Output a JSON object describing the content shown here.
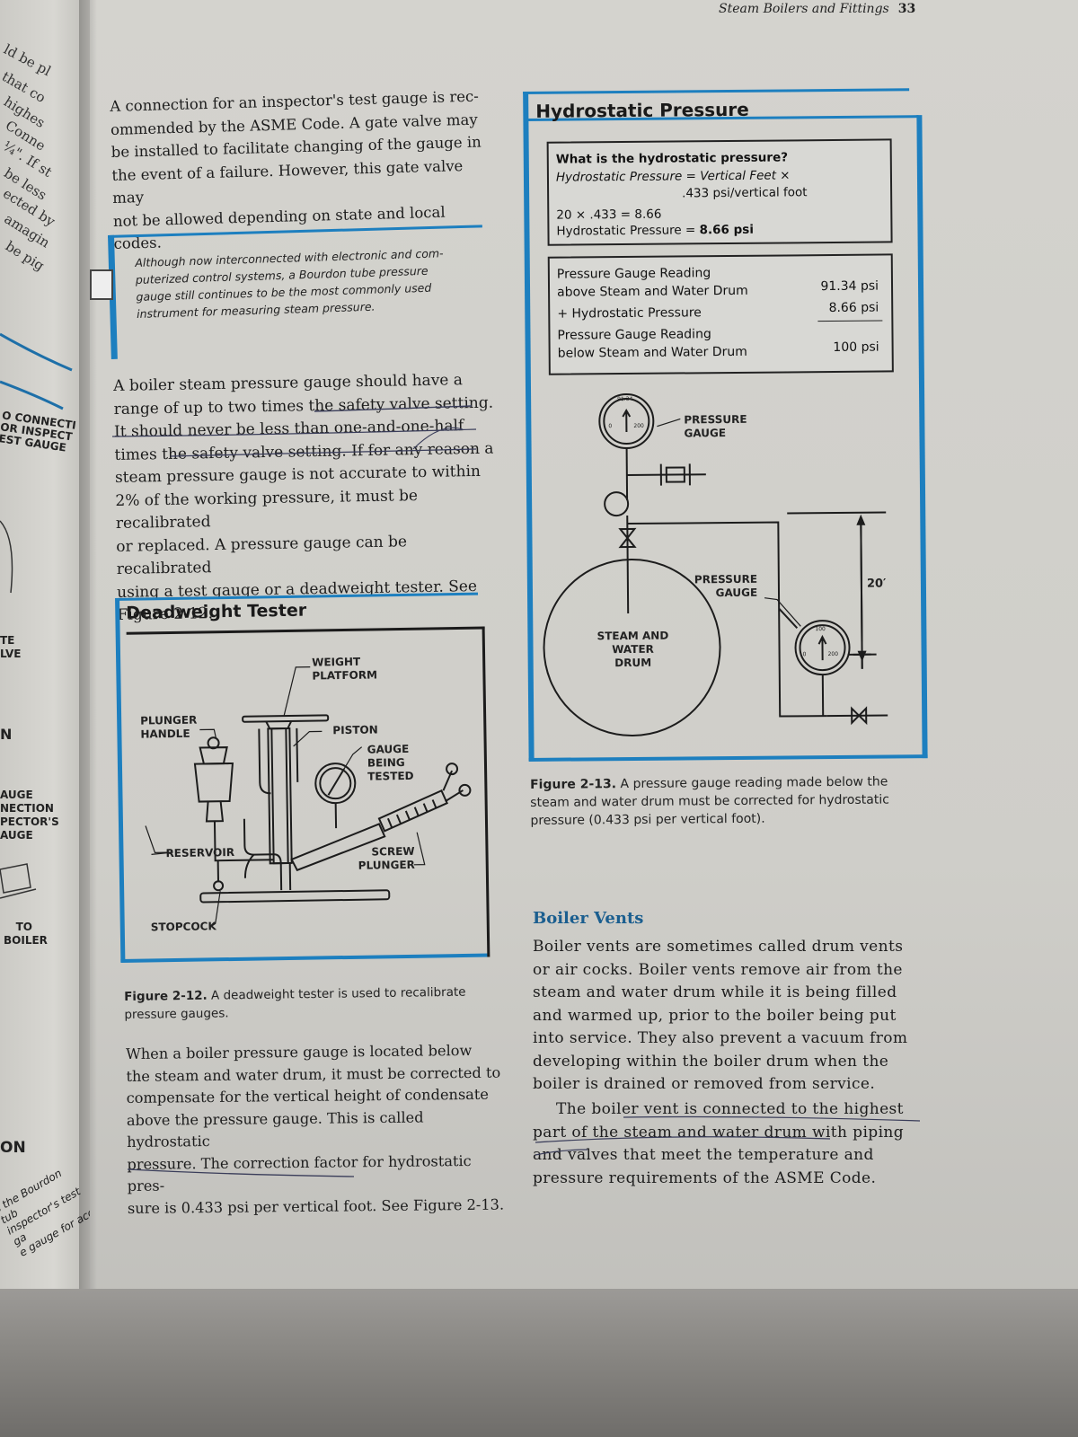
{
  "header": {
    "running_title": "Steam Boilers and Fittings",
    "page_number": "33"
  },
  "left_column": {
    "para_1": "A connection for an inspector's test gauge is rec-\nommended by the ASME Code. A gate valve may\nbe installed to facilitate changing of the gauge in\nthe event of a failure. However, this gate valve may\nnot be allowed depending on state and local codes.",
    "note": "Although now interconnected with electronic and com-\nputerized control systems, a Bourdon tube pressure\ngauge still continues to be the most commonly used\ninstrument for measuring steam pressure.",
    "para_2": "A boiler steam pressure gauge should have a\nrange of up to two times the safety valve setting.\nIt should never be less than one-and-one-half\ntimes the safety valve setting. If for any reason a\nsteam pressure gauge is not accurate to within\n2% of the working pressure, it must be recalibrated\nor replaced. A pressure gauge can be recalibrated\nusing a test gauge or a deadweight tester. See\nFigure 2-12.",
    "para_3": "When a boiler pressure gauge is located below\nthe steam and water drum, it must be corrected to\ncompensate for the vertical height of condensate\nabove the pressure gauge. This is called hydrostatic\npressure. The correction factor for hydrostatic pres-\nsure is 0.433 psi per vertical foot. See Figure 2-13."
  },
  "figure_2_12": {
    "title": "Deadweight Tester",
    "labels": {
      "weight_platform": "WEIGHT\nPLATFORM",
      "plunger_handle": "PLUNGER\nHANDLE",
      "piston": "PISTON",
      "gauge_being_tested": "GAUGE\nBEING\nTESTED",
      "reservoir": "RESERVOIR",
      "screw_plunger": "SCREW\nPLUNGER",
      "stopcock": "STOPCOCK"
    },
    "caption_label": "Figure 2-12.",
    "caption_text": " A deadweight tester is used to recalibrate\npressure gauges."
  },
  "figure_2_13": {
    "title": "Hydrostatic Pressure",
    "calc": {
      "question": "What is the hydrostatic pressure?",
      "formula_1": "Hydrostatic Pressure = Vertical Feet ×",
      "formula_2": ".433 psi/vertical foot",
      "computation": "20 × .433 = 8.66",
      "result_label": "Hydrostatic Pressure = ",
      "result_value": "8.66 psi"
    },
    "table": {
      "row1_label": "Pressure Gauge Reading\nabove Steam and Water Drum",
      "row1_value": "91.34 psi",
      "row2_label": "+ Hydrostatic Pressure",
      "row2_value": "8.66 psi",
      "row3_label": "Pressure Gauge Reading\nbelow Steam and Water Drum",
      "row3_value": "100 psi"
    },
    "diagram": {
      "upper_gauge_label": "PRESSURE\nGAUGE",
      "upper_gauge_reading": "91.34",
      "gauge_min": "0",
      "gauge_max": "200",
      "lower_gauge_label": "PRESSURE\nGAUGE",
      "lower_gauge_reading": "100",
      "drum_label": "STEAM AND WATER\nDRUM",
      "height_label": "20′"
    },
    "caption_label": "Figure 2-13.",
    "caption_text": " A pressure gauge reading made below the\nsteam and water drum must be corrected for hydrostatic\npressure (0.433 psi per vertical foot)."
  },
  "boiler_vents": {
    "heading": "Boiler Vents",
    "para_1": "Boiler vents are sometimes called drum vents\nor air cocks. Boiler vents remove air from the\nsteam and water drum while it is being filled\nand warmed up, prior to the boiler being put\ninto service. They also prevent a vacuum from\ndeveloping within the boiler drum when the\nboiler is drained or removed from service.",
    "para_2": "The boiler vent is connected to the highest\npart of the steam and water drum with piping\nand valves that meet the temperature and\npressure requirements of the ASME Code."
  },
  "previous_page": {
    "fragments": [
      "ld be pl",
      "that co",
      "highes",
      "Conne",
      "¼\". If st",
      "be less",
      "ected by",
      "amagin",
      "be pig"
    ],
    "label_1": "O CONNECTI\nOR INSPECT\nEST GAUGE",
    "label_2": "TE\nLVE",
    "label_3": "N",
    "label_4": "AUGE\nNECTION\nPECTOR'S\nAUGE",
    "label_5": "TO\nBOILER",
    "label_6": "ON",
    "caption_frag": "s the Bourdon tub\ninspector's test ga\ne gauge for acc"
  },
  "colors": {
    "accent_blue": "#1d7fbf",
    "heading_blue": "#1b5e8f",
    "ink": "#1c1c1c"
  }
}
